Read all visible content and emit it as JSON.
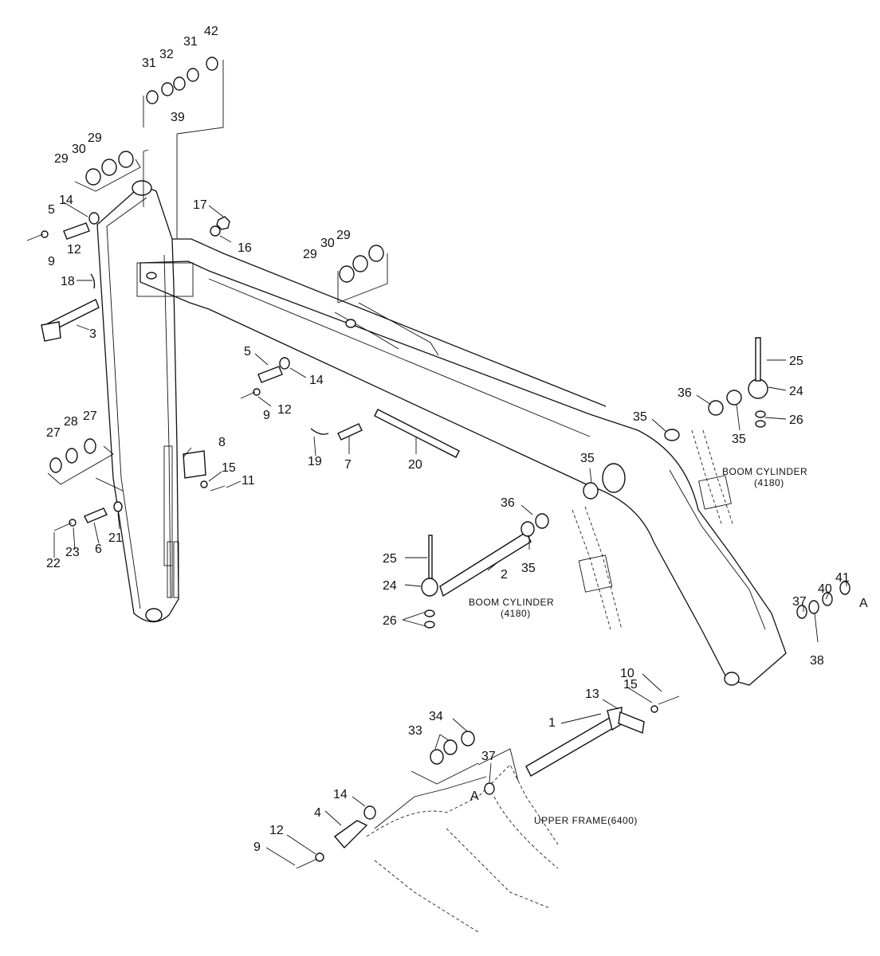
{
  "labels": {
    "n1": "1",
    "n2": "2",
    "n3": "3",
    "n4": "4",
    "n5a": "5",
    "n5b": "5",
    "n6": "6",
    "n7": "7",
    "n8": "8",
    "n9a": "9",
    "n9b": "9",
    "n9c": "9",
    "n10": "10",
    "n11": "11",
    "n12a": "12",
    "n12b": "12",
    "n12c": "12",
    "n13": "13",
    "n14a": "14",
    "n14b": "14",
    "n14c": "14",
    "n15a": "15",
    "n15b": "15",
    "n16": "16",
    "n17": "17",
    "n18": "18",
    "n19": "19",
    "n20": "20",
    "n21": "21",
    "n22": "22",
    "n23": "23",
    "n24a": "24",
    "n24b": "24",
    "n25a": "25",
    "n25b": "25",
    "n26a": "26",
    "n26b": "26",
    "n27a": "27",
    "n27b": "27",
    "n28": "28",
    "n29a": "29",
    "n29b": "29",
    "n29c": "29",
    "n29d": "29",
    "n30a": "30",
    "n30b": "30",
    "n31a": "31",
    "n31b": "31",
    "n32": "32",
    "n33": "33",
    "n34": "34",
    "n35a": "35",
    "n35b": "35",
    "n35c": "35",
    "n35d": "35",
    "n36a": "36",
    "n36b": "36",
    "n37a": "37",
    "n37b": "37",
    "n38": "38",
    "n39": "39",
    "n40": "40",
    "n41": "41",
    "n42": "42",
    "refA1": "A",
    "refA2": "A"
  },
  "captions": {
    "boom_cyl_upper": "BOOM CYLINDER",
    "boom_cyl_upper_code": "(4180)",
    "boom_cyl_lower": "BOOM CYLINDER",
    "boom_cyl_lower_code": "(4180)",
    "upper_frame": "UPPER FRAME(6400)"
  }
}
